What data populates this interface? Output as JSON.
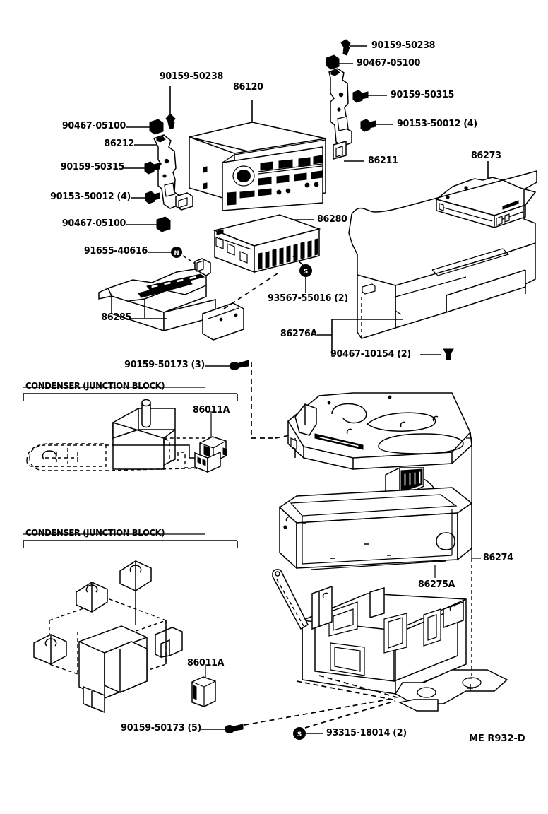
{
  "diagram": {
    "code": "ME  R932-D",
    "sections": [
      {
        "id": "cond1",
        "title": "CONDENSER (JUNCTION BLOCK)"
      },
      {
        "id": "cond2",
        "title": "CONDENSER (JUNCTION BLOCK)"
      }
    ]
  },
  "labels": {
    "bolt_50238_left": "90159-50238",
    "nut_05100_upper": "90467-05100",
    "bracket_86212": "86212",
    "bolt_50315_left": "90159-50315",
    "bolt_50012_left": "90153-50012 (4)",
    "nut_05100_lower": "90467-05100",
    "clip_91655": "91655-40616",
    "radio_86120": "86120",
    "bolt_50238_right": "90159-50238",
    "nut_05100_right": "90467-05100",
    "bolt_50315_right": "90159-50315",
    "bolt_50012_right": "90153-50012 (4)",
    "bracket_86211": "86211",
    "player_86273": "86273",
    "amp_86280": "86280",
    "screw_93567": "93567-55016 (2)",
    "bracket_86285": "86285",
    "panel_86276a": "86276A",
    "nut_90467_10154": "90467-10154 (2)",
    "screw_50173_3": "90159-50173 (3)",
    "condenser_86011a_1": "86011A",
    "condenser_86011a_2": "86011A",
    "screw_50173_5": "90159-50173 (5)",
    "screw_93315": "93315-18014 (2)",
    "changer_86274": "86274",
    "changer_86275a": "86275A"
  },
  "callout_marks": {
    "mark_93567": "S",
    "mark_93315": "S",
    "mark_91655": "N"
  }
}
